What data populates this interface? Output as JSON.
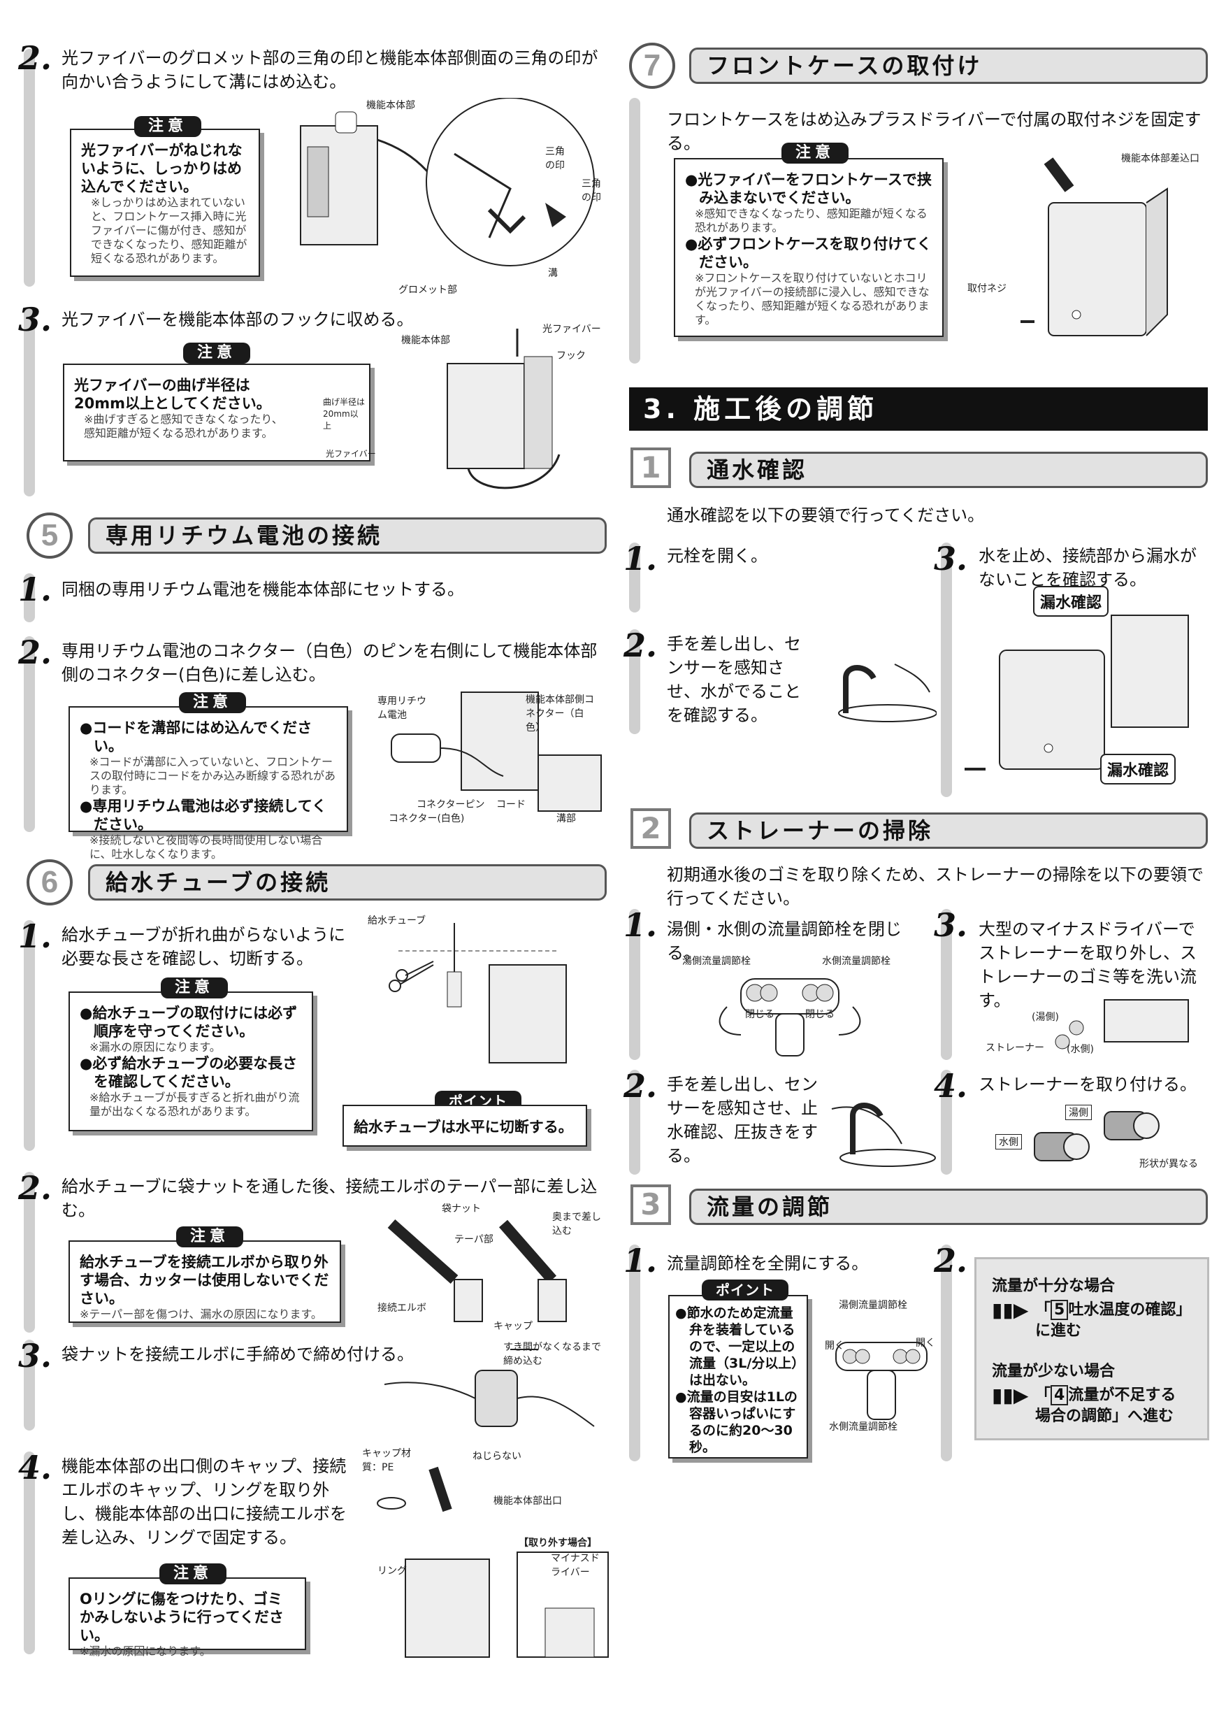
{
  "left": {
    "s2": {
      "num": "2.",
      "text": "光ファイバーのグロメット部の三角の印と機能本体部側面の三角の印が向かい合うようにして溝にはめ込む。",
      "caution_tag": "注意",
      "caution_main": "光ファイバーがねじれないように、しっかりはめ込んでください。",
      "caution_note": "※しっかりはめ込まれていないと、フロントケース挿入時に光ファイバーに傷が付き、感知ができなくなったり、感知距離が短くなる恐れがあります。",
      "labels": {
        "body": "機能本体部",
        "tri1": "三角の印",
        "tri2": "三角の印",
        "groove": "溝",
        "grommet": "グロメット部"
      }
    },
    "s3": {
      "num": "3.",
      "text": "光ファイバーを機能本体部のフックに収める。",
      "caution_tag": "注意",
      "caution_main": "光ファイバーの曲げ半径は20mm以上としてください。",
      "caution_note": "※曲げすぎると感知できなくなったり、感知距離が短くなる恐れがあります。",
      "labels": {
        "radius": "曲げ半径は20mm以上",
        "fiber_small": "光ファイバー",
        "body": "機能本体部",
        "fiber": "光ファイバー",
        "hook": "フック"
      }
    },
    "sec5": {
      "num": "5",
      "title": "専用リチウム電池の接続",
      "s1": {
        "num": "1.",
        "text": "同梱の専用リチウム電池を機能本体部にセットする。"
      },
      "s2": {
        "num": "2.",
        "text": "専用リチウム電池のコネクター（白色）のピンを右側にして機能本体部側のコネクター(白色)に差し込む。",
        "caution_tag": "注意",
        "b1": "コードを溝部にはめ込んでください。",
        "n1": "※コードが溝部に入っていないと、フロントケースの取付時にコードをかみ込み断線する恐れがあります。",
        "b2": "専用リチウム電池は必ず接続してください。",
        "n2": "※接続しないと夜間等の長時間使用しない場合に、吐水しなくなります。",
        "labels": {
          "battery": "専用リチウム電池",
          "bodyconn": "機能本体部側コネクター（白色）",
          "pin": "コネクターピン",
          "conn": "コネクター(白色)",
          "cord": "コード",
          "groove": "溝部"
        }
      }
    },
    "sec6": {
      "num": "6",
      "title": "給水チューブの接続",
      "s1": {
        "num": "1.",
        "text": "給水チューブが折れ曲がらないように必要な長さを確認し、切断する。",
        "caution_tag": "注意",
        "b1": "給水チューブの取付けには必ず順序を守ってください。",
        "n1": "※漏水の原因になります。",
        "b2": "必ず給水チューブの必要な長さを確認してください。",
        "n2": "※給水チューブが長すぎると折れ曲がり流量が出なくなる恐れがあります。",
        "point_tag": "ポイント",
        "point_text": "給水チューブは水平に切断する。",
        "labels": {
          "tube": "給水チューブ"
        }
      },
      "s2": {
        "num": "2.",
        "text": "給水チューブに袋ナットを通した後、接続エルボのテーパー部に差し込む。",
        "caution_tag": "注意",
        "caution_main": "給水チューブを接続エルボから取り外す場合、カッターは使用しないでください。",
        "caution_note": "※テーパー部を傷つけ、漏水の原因になります。",
        "labels": {
          "nut": "袋ナット",
          "taper": "テーパ部",
          "deep": "奥まで差し込む",
          "elbow": "接続エルボ",
          "cap": "キャップ"
        }
      },
      "s3": {
        "num": "3.",
        "text": "袋ナットを接続エルボに手締めで締め付ける。",
        "labels": {
          "gap": "すき間がなくなるまで締め込む"
        }
      },
      "s4": {
        "num": "4.",
        "text": "機能本体部の出口側のキャップ、接続エルボのキャップ、リングを取り外し、機能本体部の出口に接続エルボを差し込み、リングで固定する。",
        "caution_tag": "注意",
        "caution_main": "Oリングに傷をつけたり、ゴミかみしないように行ってください。",
        "caution_note": "※漏水の原因になります。",
        "labels": {
          "cap": "キャップ材質：PE",
          "notwist": "ねじらない",
          "outlet": "機能本体部出口",
          "remove": "【取り外す場合】",
          "driver": "マイナスドライバー",
          "ring": "リング"
        }
      }
    }
  },
  "right": {
    "sec7": {
      "num": "7",
      "title": "フロントケースの取付け",
      "text": "フロントケースをはめ込みプラスドライバーで付属の取付ネジを固定する。",
      "caution_tag": "注意",
      "b1": "光ファイバーをフロントケースで挟み込まないでください。",
      "n1": "※感知できなくなったり、感知距離が短くなる恐れがあります。",
      "b2": "必ずフロントケースを取り付けてください。",
      "n2": "※フロントケースを取り付けていないとホコリが光ファイバーの接続部に浸入し、感知できなくなったり、感知距離が短くなる恐れがあります。",
      "labels": {
        "inlet": "機能本体部差込口",
        "screw": "取付ネジ"
      }
    },
    "chapter": "3. 施工後の調節",
    "sub1": {
      "num": "1",
      "title": "通水確認",
      "intro": "通水確認を以下の要領で行ってください。",
      "s1": {
        "num": "1.",
        "text": "元栓を開く。"
      },
      "s2": {
        "num": "2.",
        "text": "手を差し出し、センサーを感知させ、水がでることを確認する。"
      },
      "s3": {
        "num": "3.",
        "text": "水を止め、接続部から漏水がないことを確認する。",
        "tag1": "漏水確認",
        "tag2": "漏水確認"
      }
    },
    "sub2": {
      "num": "2",
      "title": "ストレーナーの掃除",
      "intro": "初期通水後のゴミを取り除くため、ストレーナーの掃除を以下の要領で行ってください。",
      "s1": {
        "num": "1.",
        "text": "湯側・水側の流量調節栓を閉じる。",
        "labels": {
          "hot": "湯側流量調節栓",
          "cold": "水側流量調節栓",
          "close1": "閉じる",
          "close2": "閉じる"
        }
      },
      "s2": {
        "num": "2.",
        "text": "手を差し出し、センサーを感知させ、止水確認、圧抜きをする。"
      },
      "s3": {
        "num": "3.",
        "text": "大型のマイナスドライバーでストレーナーを取り外し、ストレーナーのゴミ等を洗い流す。",
        "labels": {
          "hot": "(湯側)",
          "strainer": "ストレーナー",
          "cold": "(水側)"
        }
      },
      "s4": {
        "num": "4.",
        "text": "ストレーナーを取り付ける。",
        "labels": {
          "hot": "湯側",
          "cold": "水側",
          "shape": "形状が異なる"
        }
      }
    },
    "sub3": {
      "num": "3",
      "title": "流量の調節",
      "s1": {
        "num": "1.",
        "text": "流量調節栓を全開にする。",
        "point_tag": "ポイント",
        "b1": "節水のため定流量弁を装着しているので、一定以上の流量（3L/分以上）は出ない。",
        "b2": "流量の目安は1Lの容器いっぱいにするのに約20〜30秒。",
        "labels": {
          "hot": "湯側流量調節栓",
          "open1": "開く",
          "open2": "開く",
          "cold": "水側流量調節栓"
        }
      },
      "s2": {
        "num": "2.",
        "ok_title": "流量が十分な場合",
        "ok_num": "5",
        "ok_text": "吐水温度の確認」",
        "ok_prefix": "「",
        "ok_next": "に進む",
        "low_title": "流量が少ない場合",
        "low_num": "4",
        "low_prefix": "「",
        "low_text": "流量が不足する",
        "low_next": "場合の調節」へ進む"
      }
    }
  }
}
